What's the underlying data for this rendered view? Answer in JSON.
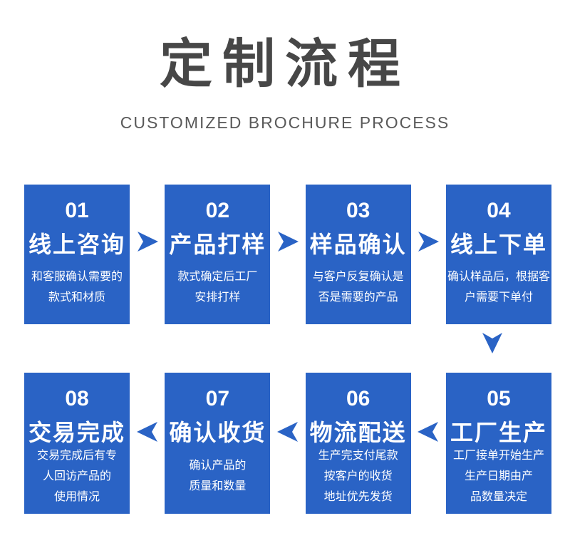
{
  "header": {
    "title": "定制流程",
    "subtitle": "CUSTOMIZED BROCHURE PROCESS"
  },
  "colors": {
    "box_blue": "#2a63c5",
    "arrow_blue": "#2a63c5",
    "title_gray": "#474747",
    "subtitle_gray": "#595959"
  },
  "steps": [
    {
      "number": "01",
      "title": "线上咨询",
      "desc": "和客服确认需要的\n款式和材质"
    },
    {
      "number": "02",
      "title": "产品打样",
      "desc": "款式确定后工厂\n安排打样"
    },
    {
      "number": "03",
      "title": "样品确认",
      "desc": "与客户反复确认是\n否是需要的产品"
    },
    {
      "number": "04",
      "title": "线上下单",
      "desc": "确认样品后，根据客\n户需要下单付"
    },
    {
      "number": "05",
      "title": "工厂生产",
      "desc": "工厂接单开始生产\n生产日期由产\n品数量决定"
    },
    {
      "number": "06",
      "title": "物流配送",
      "desc": "生产完支付尾款\n按客户的收货\n地址优先发货"
    },
    {
      "number": "07",
      "title": "确认收货",
      "desc": "确认产品的\n质量和数量"
    },
    {
      "number": "08",
      "title": "交易完成",
      "desc": "交易完成后有专\n人回访产品的\n使用情况"
    }
  ],
  "icons": {
    "arrow_right": "notched right arrow",
    "arrow_left": "notched left arrow",
    "arrow_down": "notched down arrow"
  }
}
